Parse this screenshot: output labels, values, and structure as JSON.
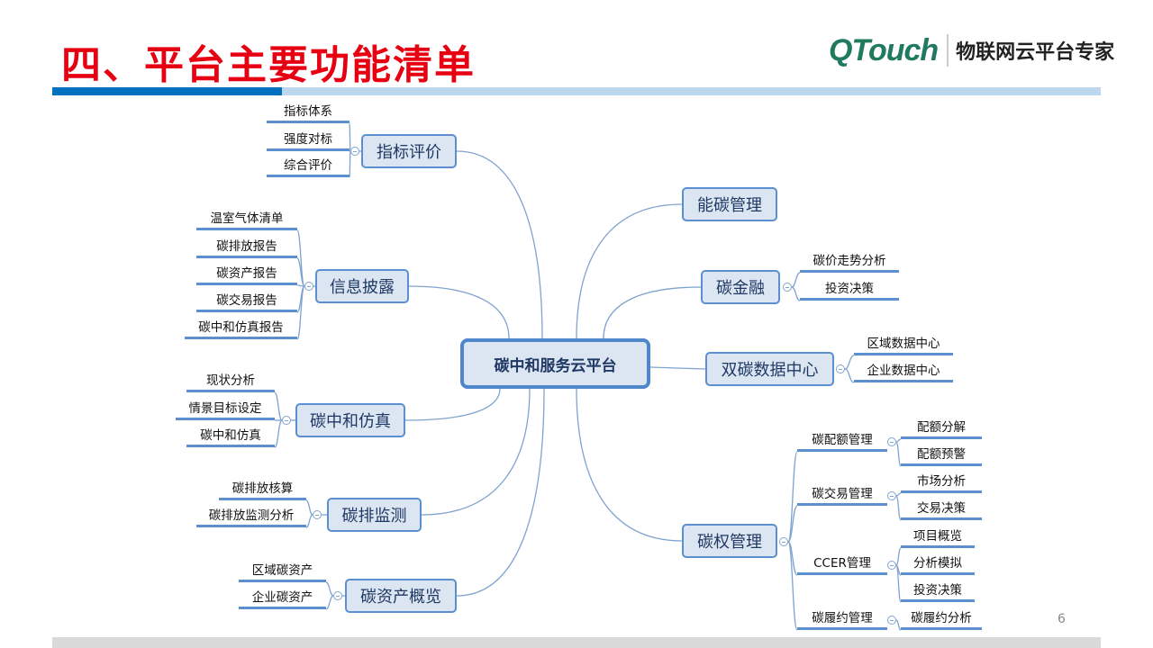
{
  "header": {
    "title": "四、平台主要功能清单",
    "logo_brand": "QTouch",
    "logo_tagline": "物联网云平台专家"
  },
  "colors": {
    "title": "#e60012",
    "accent": "#0070c0",
    "accent_light": "#bdd7ee",
    "node_fill": "#dce6f2",
    "node_border": "#5b8fd0"
  },
  "mindmap": {
    "center": "碳中和服务云平台",
    "left": [
      {
        "label": "指标评价",
        "leaves": [
          "指标体系",
          "强度对标",
          "综合评价"
        ]
      },
      {
        "label": "信息披露",
        "leaves": [
          "温室气体清单",
          "碳排放报告",
          "碳资产报告",
          "碳交易报告",
          "碳中和仿真报告"
        ]
      },
      {
        "label": "碳中和仿真",
        "leaves": [
          "现状分析",
          "情景目标设定",
          "碳中和仿真"
        ]
      },
      {
        "label": "碳排监测",
        "leaves": [
          "碳排放核算",
          "碳排放监测分析"
        ]
      },
      {
        "label": "碳资产概览",
        "leaves": [
          "区域碳资产",
          "企业碳资产"
        ]
      }
    ],
    "right": [
      {
        "label": "能碳管理",
        "leaves": []
      },
      {
        "label": "碳金融",
        "leaves": [
          "碳价走势分析",
          "投资决策"
        ]
      },
      {
        "label": "双碳数据中心",
        "leaves": [
          "区域数据中心",
          "企业数据中心"
        ]
      }
    ],
    "carbon_rights": {
      "label": "碳权管理",
      "groups": [
        {
          "label": "碳配额管理",
          "leaves": [
            "配额分解",
            "配额预警"
          ]
        },
        {
          "label": "碳交易管理",
          "leaves": [
            "市场分析",
            "交易决策"
          ]
        },
        {
          "label": "CCER管理",
          "leaves": [
            "项目概览",
            "分析模拟",
            "投资决策"
          ]
        },
        {
          "label": "碳履约管理",
          "leaves": [
            "碳履约分析"
          ]
        }
      ]
    }
  },
  "footer": {
    "page_number": "6"
  }
}
